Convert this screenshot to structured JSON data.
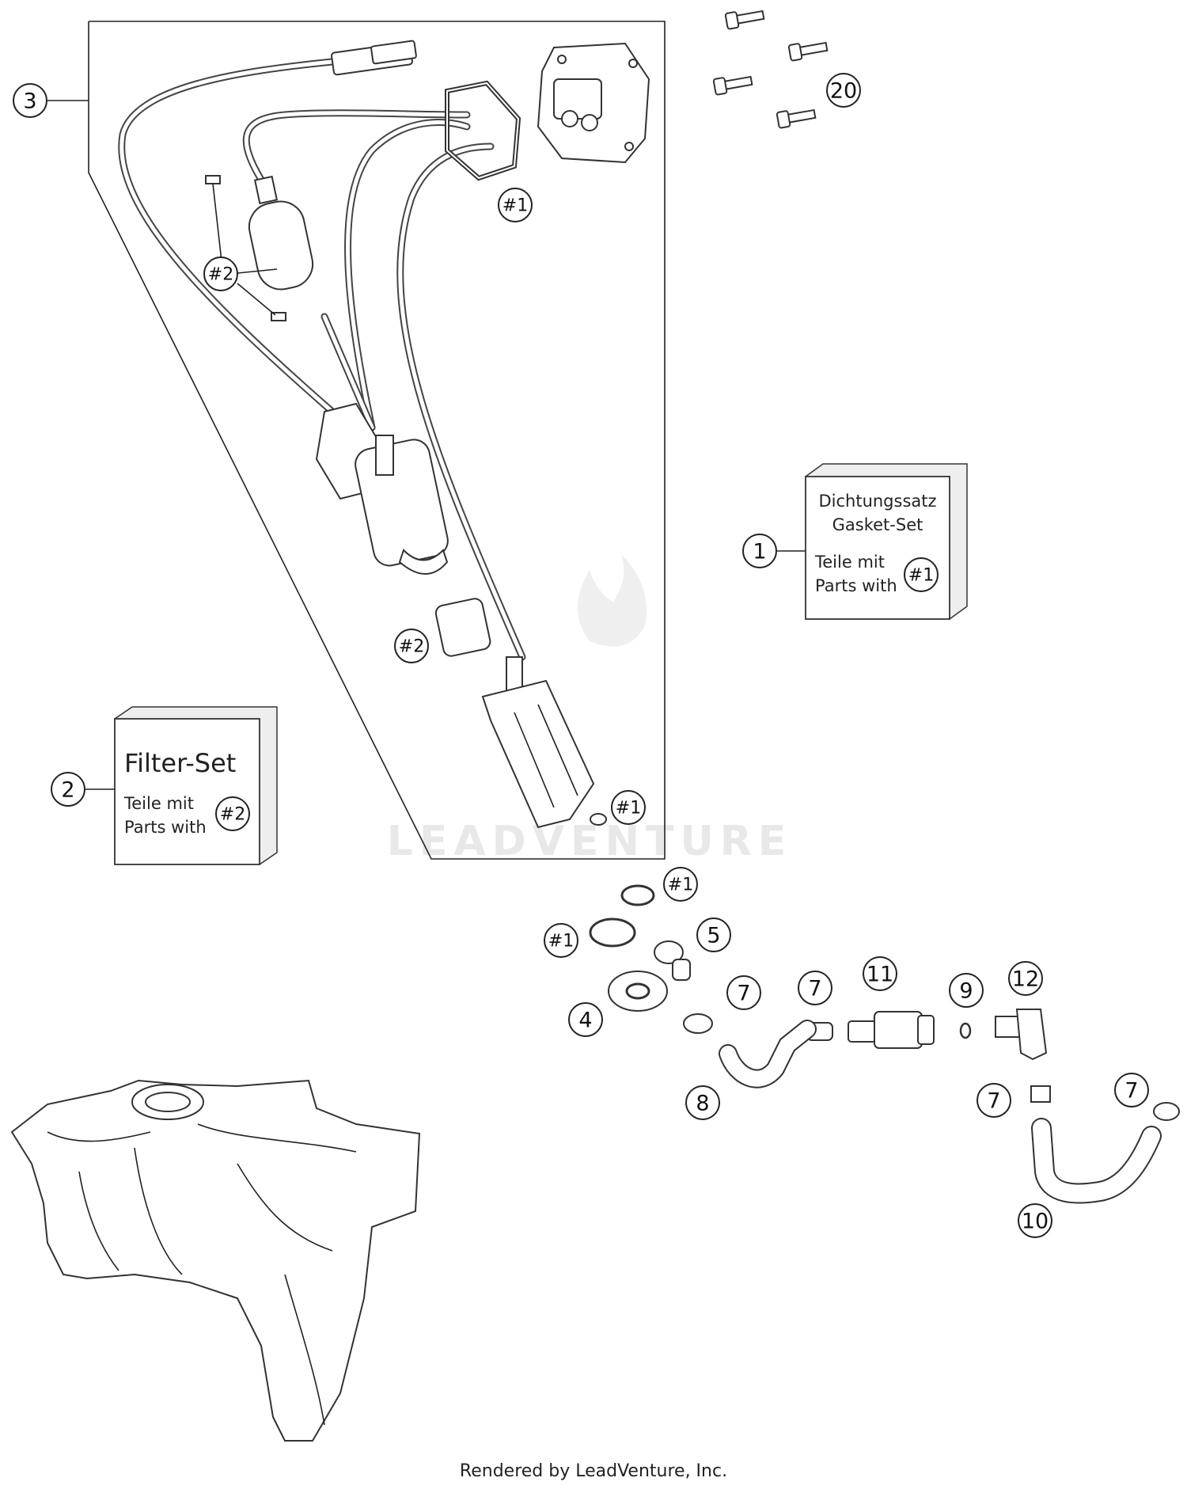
{
  "callouts": {
    "c1": "1",
    "c2": "2",
    "c3": "3",
    "c4": "4",
    "c5": "5",
    "c7a": "7",
    "c7b": "7",
    "c7c": "7",
    "c7d": "7",
    "c8": "8",
    "c9": "9",
    "c10": "10",
    "c11": "11",
    "c12": "12",
    "c20": "20",
    "h1a": "#1",
    "h1b": "#1",
    "h1c": "#1",
    "h1d": "#1",
    "h1box": "#1",
    "h2a": "#2",
    "h2b": "#2",
    "h2box": "#2"
  },
  "gasket_box": {
    "line1": "Dichtungssatz",
    "line2": "Gasket-Set",
    "line3": "Teile mit",
    "line4": "Parts with"
  },
  "filter_box": {
    "title": "Filter-Set",
    "line1": "Teile mit",
    "line2": "Parts with"
  },
  "watermark": "LEADVENTURE",
  "footer": "Rendered by LeadVenture, Inc."
}
